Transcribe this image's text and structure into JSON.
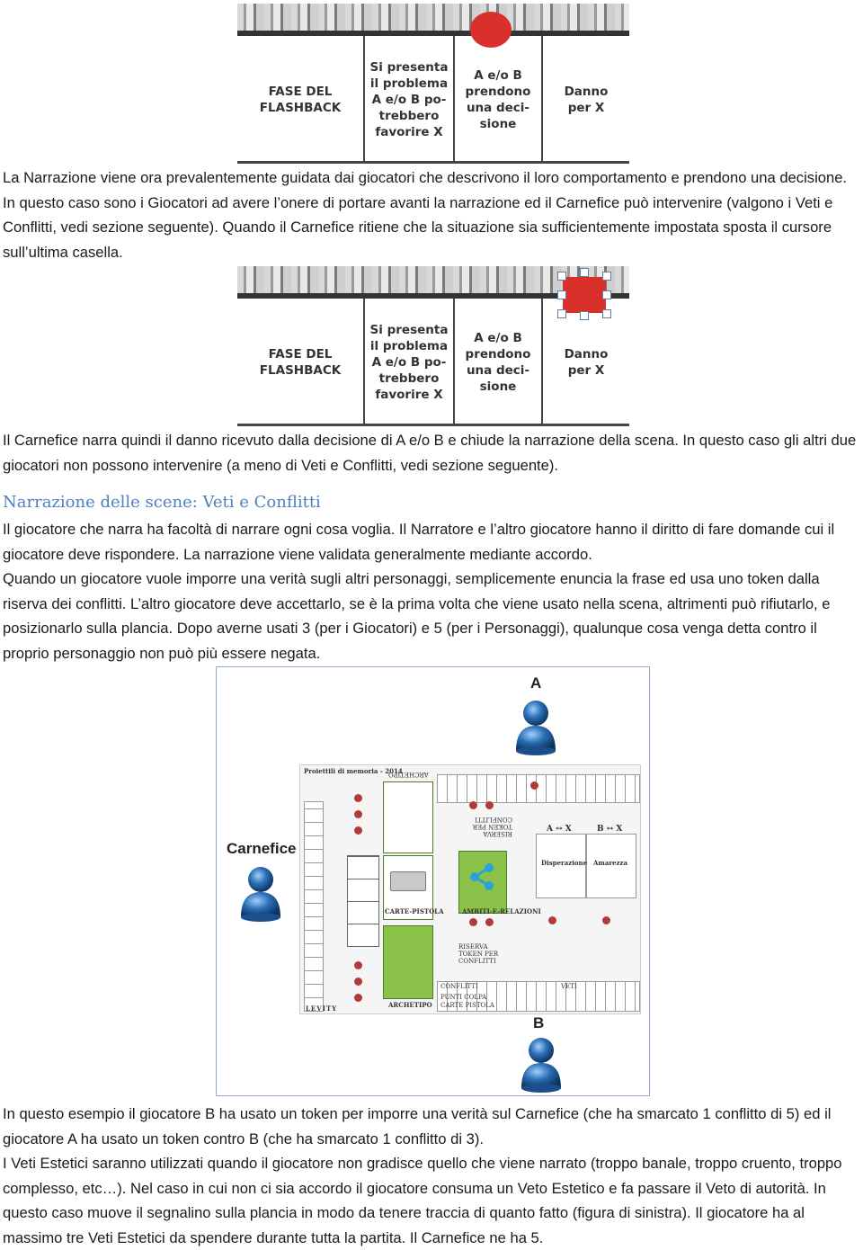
{
  "strip1": {
    "cells": [
      {
        "text": "FASE DEL\nFLASHBACK"
      },
      {
        "text": "Si presenta\nil problema\nA e/o B po-\ntrebbero\nfavorire X"
      },
      {
        "text": "A e/o B\nprendono\nuna deci-\nsione"
      },
      {
        "text": "Danno\nper X"
      }
    ]
  },
  "strip2": {
    "cells": [
      {
        "text": "FASE DEL\nFLASHBACK"
      },
      {
        "text": "Si presenta\nil problema\nA e/o B po-\ntrebbero\nfavorire X"
      },
      {
        "text": "A e/o B\nprendono\nuna deci-\nsione"
      },
      {
        "text": "Danno\nper X"
      }
    ]
  },
  "text": {
    "p1": "La Narrazione viene ora prevalentemente guidata dai giocatori che descrivono il loro comportamento e prendono una decisione. In questo caso sono i Giocatori ad avere l’onere di portare avanti la narrazione ed il Carnefice può intervenire (valgono i Veti e Conflitti, vedi sezione seguente). Quando il Carnefice ritiene che la situazione sia sufficientemente impostata sposta il cursore sull’ultima casella.",
    "p2": "Il Carnefice narra quindi il danno ricevuto dalla decisione di A e/o B e chiude la narrazione della scena. In questo caso gli altri due giocatori non possono intervenire (a meno di Veti e Conflitti, vedi sezione seguente).",
    "heading": "Narrazione delle scene: Veti e Conflitti",
    "p3": "Il giocatore che narra ha facoltà di narrare ogni cosa voglia. Il Narratore e l’altro giocatore hanno il diritto di fare domande cui il giocatore deve rispondere. La narrazione viene validata generalmente mediante accordo.",
    "p4": "Quando un giocatore vuole imporre una verità sugli altri personaggi, semplicemente enuncia la frase ed usa uno token dalla riserva dei conflitti. L’altro giocatore deve accettarlo, se è la prima volta che viene usato nella scena, altrimenti può rifiutarlo, e posizionarlo sulla plancia. Dopo averne usati 3 (per i Giocatori) e 5 (per i Personaggi), qualunque cosa venga detta contro il proprio personaggio non può più essere negata.",
    "p5": "In questo esempio il giocatore B ha usato un token per imporre una verità sul Carnefice (che ha smarcato 1 conflitto di 5) ed il giocatore A ha usato un token contro B (che ha smarcato 1 conflitto di 3).",
    "p6": "I Veti Estetici saranno utilizzati quando il giocatore non gradisce quello che viene narrato (troppo banale, troppo cruento, troppo complesso, etc…). Nel caso in cui non ci sia accordo il giocatore consuma un Veto Estetico e fa passare il Veto di autorità. In questo caso muove il segnalino sulla plancia in modo da tenere traccia di quanto fatto (figura di sinistra). Il giocatore ha al massimo tre Veti Estetici da spendere durante tutta la partita. Il Carnefice ne ha 5."
  },
  "figure": {
    "label_a": "A",
    "label_b": "B",
    "label_carnefice": "Carnefice",
    "board_title": "Proiettili di memoria - 2014",
    "archetipo": "ARCHETIPO",
    "carte_pistola": "CARTE-PISTOLA",
    "ambiti": "AMBITI-E-RELAZIONI",
    "riserva": "RISERVA TOKEN PER CONFLITTI",
    "ax": "A ↔ X",
    "bx": "B ↔ X",
    "disperazione": "Disperazione",
    "amarezza": "Amarezza",
    "conflitti": "CONFLITTI",
    "veti": "VETI",
    "punti_colpa": "PUNTI COLPA",
    "carte_pistola_row": "CARTE PISTOLA",
    "levity": "LEVITY"
  },
  "colors": {
    "heading": "#4f81bd",
    "marker": "#d9302c",
    "card_green": "#8bc34a",
    "pawn_blue": "#2c6fb5"
  }
}
